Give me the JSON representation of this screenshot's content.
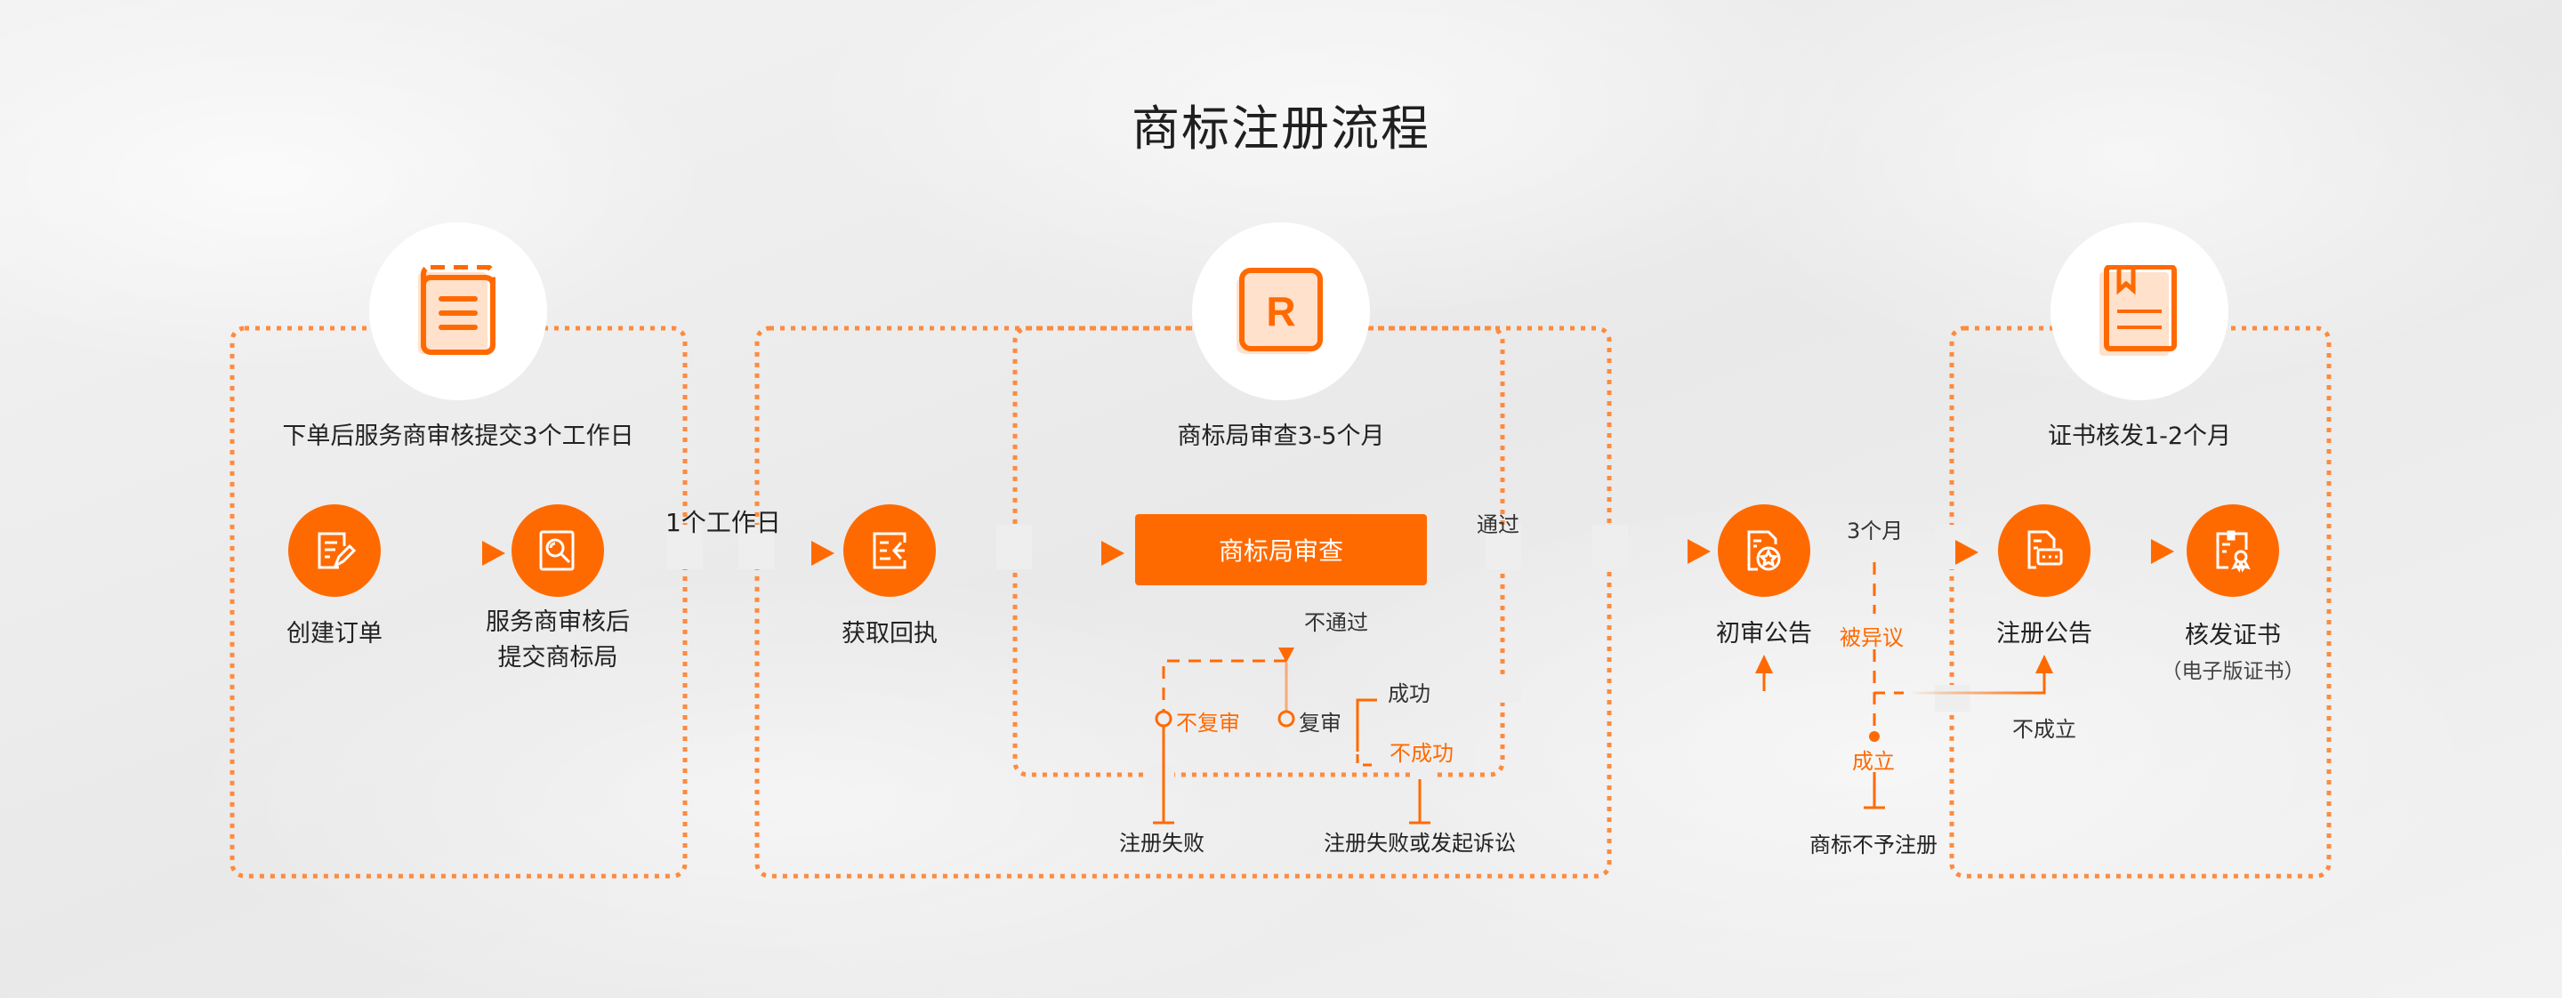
{
  "title": "商标注册流程",
  "colors": {
    "accent": "#ff6a00",
    "dotted": "#ff8a3d",
    "light": "#ffe1cc"
  },
  "phases": [
    {
      "icon": "clipboard-icon",
      "caption": "下单后服务商审核提交3个工作日"
    },
    {
      "icon": "registered-r-icon",
      "caption": "商标局审查3-5个月"
    },
    {
      "icon": "book-icon",
      "caption": "证书核发1-2个月"
    }
  ],
  "steps": {
    "create_order": {
      "icon": "edit-document-icon",
      "label": "创建订单"
    },
    "provider_review": {
      "icon": "search-document-icon",
      "label_line1": "服务商审核后",
      "label_line2": "提交商标局"
    },
    "receipt": {
      "icon": "receipt-return-icon",
      "label": "获取回执"
    },
    "office_review": {
      "label": "商标局审查"
    },
    "prelim_announce": {
      "icon": "star-document-icon",
      "label": "初审公告"
    },
    "reg_announce": {
      "icon": "document-message-icon",
      "label": "注册公告"
    },
    "certificate": {
      "icon": "certificate-award-icon",
      "label": "核发证书",
      "sublabel": "（电子版证书）"
    }
  },
  "edges": {
    "one_workday": "1个工作日",
    "pass": "通过",
    "fail": "不通过",
    "no_review": "不复审",
    "review": "复审",
    "success": "成功",
    "unsuccess": "不成功",
    "three_months": "3个月",
    "objected": "被异议",
    "established": "成立",
    "not_established": "不成立"
  },
  "outcomes": {
    "reg_failed": "注册失败",
    "reg_failed_or_sue": "注册失败或发起诉讼",
    "not_registered": "商标不予注册"
  }
}
